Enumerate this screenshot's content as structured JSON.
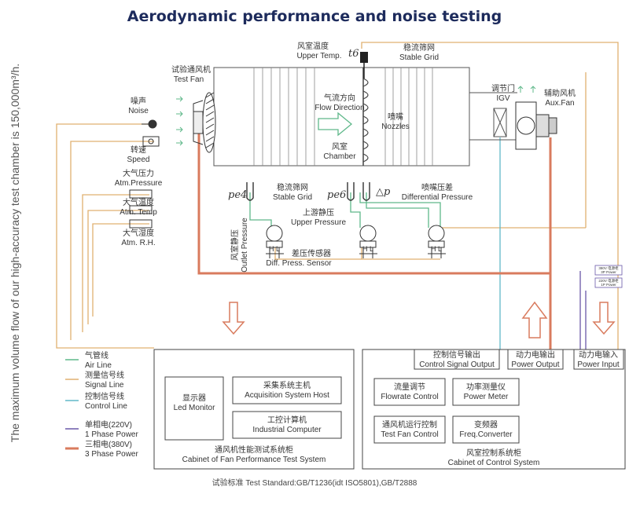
{
  "title": "Aerodynamic performance and noise testing",
  "side_note": "The maximum volume flow of our high-accuracy test chamber is 150,000m³/h.",
  "chamber": {
    "upper_temp": [
      "风室温度",
      "Upper Temp."
    ],
    "t6": "t6",
    "stable_grid_top": [
      "稳流筛网",
      "Stable Grid"
    ],
    "test_fan": [
      "试验通风机",
      "Test Fan"
    ],
    "flow_direction": [
      "气流方向",
      "Flow Direction"
    ],
    "nozzles": [
      "喷嘴",
      "Nozzles"
    ],
    "chamber": [
      "风室",
      "Chamber"
    ],
    "igv": [
      "调节门",
      "IGV"
    ],
    "aux_fan": [
      "辅助风机",
      "Aux.Fan"
    ],
    "stable_grid_bottom": [
      "稳流筛网",
      "Stable Grid"
    ],
    "diff_pressure": [
      "喷嘴压差",
      "Differential Pressure"
    ],
    "upper_pressure": [
      "上游静压",
      "Upper Pressure"
    ],
    "outlet_pressure": [
      "风室静压",
      "Outlet Pressure"
    ],
    "diff_sensor": [
      "差压传感器",
      "Diff. Press. Sensor"
    ],
    "pe4": "pe4",
    "pe6": "pe6",
    "dp": "△p",
    "sensor_label": "H L"
  },
  "left_sensors": {
    "noise": [
      "噪声",
      "Noise"
    ],
    "speed": [
      "转速",
      "Speed"
    ],
    "atm_pressure": [
      "大气压力",
      "Atm.Pressure"
    ],
    "atm_temp": [
      "大气温度",
      "Atm. Temp"
    ],
    "atm_rh": [
      "大气湿度",
      "Atm. R.H."
    ]
  },
  "legend": [
    {
      "zh": "气管线",
      "en": "Air Line",
      "color": "#5fb88a"
    },
    {
      "zh": "测量信号线",
      "en": "Signal Line",
      "color": "#e0b070"
    },
    {
      "zh": "控制信号线",
      "en": "Control Line",
      "color": "#60b8c8"
    },
    {
      "zh": "单相电(220V)",
      "en": "1 Phase Power",
      "color": "#6a58a8"
    },
    {
      "zh": "三相电(380V)",
      "en": "3 Phase Power",
      "color": "#d97b5e"
    }
  ],
  "power_tags": [
    "380V 电源柜",
    "3P Power",
    "220V 电源柜",
    "1P Power"
  ],
  "cabinet_left": {
    "led_monitor": [
      "显示器",
      "Led Monitor"
    ],
    "host": [
      "采集系统主机",
      "Acquisition System Host"
    ],
    "computer": [
      "工控计算机",
      "Industrial Computer"
    ],
    "caption": [
      "通风机性能测试系统柜",
      "Cabinet of Fan Performance Test System"
    ]
  },
  "cabinet_right": {
    "control_output": [
      "控制信号输出",
      "Control Signal Output"
    ],
    "power_output": [
      "动力电输出",
      "Power Output"
    ],
    "power_input": [
      "动力电输入",
      "Power Input"
    ],
    "flowrate": [
      "流量调节",
      "Flowrate Control"
    ],
    "power_meter": [
      "功率测量仪",
      "Power Meter"
    ],
    "test_fan_control": [
      "通风机运行控制",
      "Test Fan Control"
    ],
    "converter": [
      "变频器",
      "Freq.Converter"
    ],
    "caption": [
      "风室控制系统柜",
      "Cabinet of Control System"
    ]
  },
  "footer": "试验标准  Test Standard:GB/T1236(idt ISO5801),GB/T2888"
}
